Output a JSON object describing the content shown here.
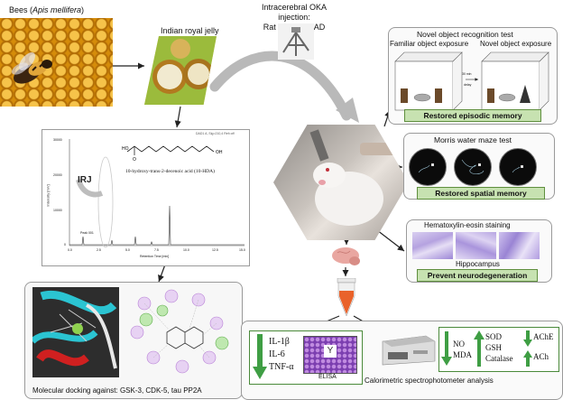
{
  "bees": {
    "label_pre": "Bees (",
    "label_italic": "Apis mellifera",
    "label_post": ")"
  },
  "royal_jelly": {
    "label": "Indian royal jelly"
  },
  "injection": {
    "line1": "Intracerebral OKA injection:",
    "line2": "Rat model for AD"
  },
  "chromatogram": {
    "irj_label": "IRJ",
    "compound_name": "10-hydroxy-trans-2-decenoic acid (10-HDA)",
    "header_text": "DAD1 A, Sig=210,4 Ref=off",
    "x_axis_label": "Retention Time [min]",
    "y_axis_label": "Intensity [mV]",
    "x_ticks": [
      "0.0",
      "2.5",
      "5.0",
      "7.5",
      "10.0",
      "12.5",
      "15.0"
    ],
    "y_ticks": [
      "30000",
      "20000",
      "10000",
      "0"
    ],
    "peak_label": "Peak 001"
  },
  "docking": {
    "caption": "Molecular docking against: GSK-3, CDK-5, tau PP2A"
  },
  "nor": {
    "title": "Novel object recognition test",
    "familiar": "Familiar object exposure",
    "novel": "Novel object exposure",
    "delay_top": "30 min",
    "delay_bottom": "delay",
    "result": "Restored episodic memory"
  },
  "mwm": {
    "title": "Morris water maze test",
    "result": "Restored spatial memory"
  },
  "he": {
    "title": "Hematoxylin-eosin staining",
    "region": "Hippocampus",
    "result": "Prevent neurodegeneration"
  },
  "elisa": {
    "markers": [
      "IL-1β",
      "IL-6",
      "TNF-α"
    ],
    "kit_label": "ELISA"
  },
  "spectro": {
    "caption": "Calorimetric spectrophotometer analysis",
    "down_markers": [
      "NO",
      "MDA"
    ],
    "up_markers": [
      "SOD",
      "GSH",
      "Catalase"
    ],
    "enzyme_down": "AChE",
    "enzyme_up": "ACh"
  },
  "colors": {
    "arrow_green": "#3f9e44",
    "label_green": "#c7e2b1",
    "honeycomb": "#e6a417"
  }
}
